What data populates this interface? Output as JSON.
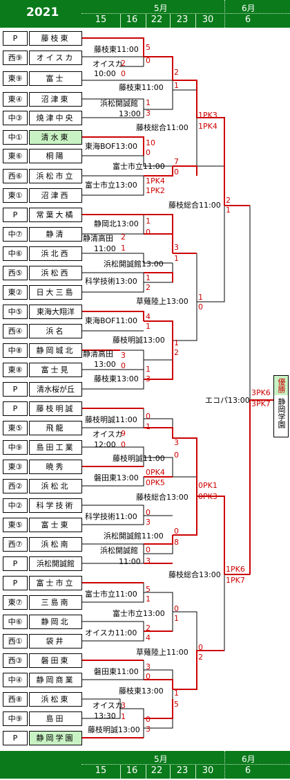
{
  "header": {
    "year": "2021",
    "months": [
      "5月",
      "6月"
    ],
    "days": [
      "15",
      "16",
      "22",
      "23",
      "30",
      "6"
    ]
  },
  "teams": [
    {
      "region": "P",
      "name": "藤枝東"
    },
    {
      "region": "西⑨",
      "name": "オイスカ"
    },
    {
      "region": "東⑨",
      "name": "富士"
    },
    {
      "region": "東④",
      "name": "沼津東"
    },
    {
      "region": "中③",
      "name": "焼津中央"
    },
    {
      "region": "中①",
      "name": "清水東"
    },
    {
      "region": "東⑥",
      "name": "桐陽"
    },
    {
      "region": "西⑥",
      "name": "浜松市立"
    },
    {
      "region": "東①",
      "name": "沼津西"
    },
    {
      "region": "P",
      "name": "常葉大橘"
    },
    {
      "region": "中⑦",
      "name": "静清"
    },
    {
      "region": "中⑥",
      "name": "浜北西"
    },
    {
      "region": "西⑤",
      "name": "浜松西"
    },
    {
      "region": "東②",
      "name": "日大三島"
    },
    {
      "region": "中⑤",
      "name": "東海大翔洋"
    },
    {
      "region": "西④",
      "name": "浜名"
    },
    {
      "region": "中⑧",
      "name": "静岡城北"
    },
    {
      "region": "東⑧",
      "name": "富士見"
    },
    {
      "region": "P",
      "name": "清水桜が丘"
    },
    {
      "region": "P",
      "name": "藤枝明誠"
    },
    {
      "region": "東⑤",
      "name": "飛龍"
    },
    {
      "region": "中⑨",
      "name": "島田工業"
    },
    {
      "region": "東③",
      "name": "暁秀"
    },
    {
      "region": "西②",
      "name": "浜松北"
    },
    {
      "region": "中②",
      "name": "科学技術"
    },
    {
      "region": "東⑤",
      "name": "富士東"
    },
    {
      "region": "西⑦",
      "name": "浜松南"
    },
    {
      "region": "P",
      "name": "浜松開誠館"
    },
    {
      "region": "P",
      "name": "富士市立"
    },
    {
      "region": "東⑦",
      "name": "三島南"
    },
    {
      "region": "中⑥",
      "name": "静岡北"
    },
    {
      "region": "西①",
      "name": "袋井"
    },
    {
      "region": "西③",
      "name": "磐田東"
    },
    {
      "region": "中④",
      "name": "静岡商業"
    },
    {
      "region": "西⑧",
      "name": "浜松東"
    },
    {
      "region": "中⑨",
      "name": "島田"
    },
    {
      "region": "P",
      "name": "静岡学園"
    }
  ],
  "labels": [
    "藤枝東11:00",
    "オイスカ",
    "10:00",
    "藤枝東11:00",
    "浜松開誠館",
    "13:00",
    "藤枝総合11:00",
    "東海BOF13:00",
    "富士市立11:00",
    "富士市立13:00",
    "藤枝総合11:00",
    "静岡北13:00",
    "静清高田",
    "11:00",
    "浜松開誠館13:00",
    "科学技術13:00",
    "草薙陸上13:00",
    "東海BOF11:00",
    "藤枝明誠13:00",
    "静清高田",
    "13:00",
    "藤枝東13:00",
    "エコパ13:00",
    "藤枝明誠11:00",
    "オイスカ",
    "12:00",
    "藤枝明誠11:00",
    "磐田東13:00",
    "藤枝総合13:00",
    "科学技術11:00",
    "浜松開誠館11:00",
    "浜松開誠館",
    "11:00",
    "藤枝総合13:00",
    "富士市立11:00",
    "富士市立13:00",
    "オイスカ11:00",
    "草薙陸上11:00",
    "磐田東11:00",
    "藤枝東13:00",
    "オイスカ",
    "13:30",
    "藤枝明誠13:00"
  ],
  "scores": [
    "5",
    "0",
    "2",
    "0",
    "2",
    "1",
    "1",
    "3",
    "1PK3",
    "1PK4",
    "10",
    "0",
    "7",
    "0",
    "1PK4",
    "1PK2",
    "2",
    "1",
    "1",
    "0",
    "2",
    "1",
    "3",
    "1",
    "1",
    "2",
    "1",
    "0",
    "4",
    "1",
    "3",
    "0",
    "1",
    "2",
    "1",
    "3",
    "3PK6",
    "3PK7",
    "0",
    "1",
    "9",
    "0",
    "3",
    "0",
    "0PK4",
    "0PK5",
    "0PK1",
    "0PK3",
    "0",
    "3",
    "0",
    "8",
    "0",
    "3",
    "1PK6",
    "1PK7",
    "5",
    "1",
    "0",
    "1",
    "2",
    "4",
    "0",
    "2",
    "3",
    "0",
    "1",
    "5",
    "3",
    "1",
    "0",
    "3"
  ],
  "champion": {
    "title": "優勝",
    "name": "静岡学園"
  },
  "colors": {
    "header_bg": "#0a7a1a",
    "winner_line": "#cc0000",
    "highlight": "#c9f2c4"
  }
}
